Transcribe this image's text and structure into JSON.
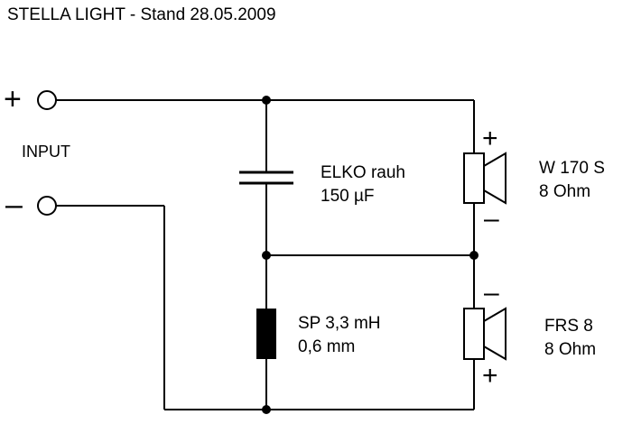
{
  "title": "STELLA LIGHT - Stand 28.05.2009",
  "input": {
    "label": "INPUT",
    "plus": "+",
    "minus": "–"
  },
  "capacitor": {
    "name": "ELKO rauh",
    "value": "150 µF"
  },
  "inductor": {
    "name": "SP 3,3 mH",
    "value": "0,6 mm"
  },
  "woofer": {
    "name": "W 170 S",
    "impedance": "8 Ohm",
    "top_polarity": "+",
    "bottom_polarity": "–"
  },
  "fullrange": {
    "name": "FRS 8",
    "impedance": "8 Ohm",
    "top_polarity": "–",
    "bottom_polarity": "+"
  }
}
